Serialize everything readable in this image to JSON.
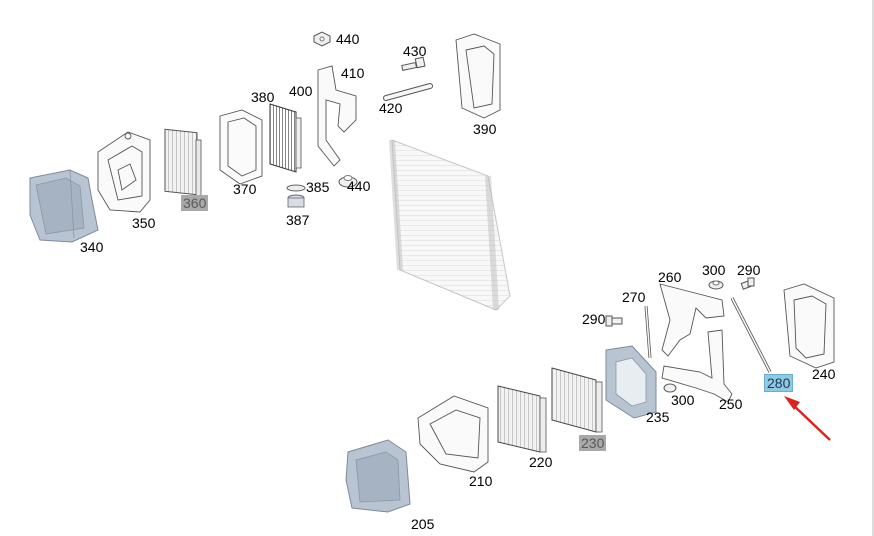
{
  "diagram": {
    "callouts": {
      "c440a": "440",
      "c430": "430",
      "c410": "410",
      "c400": "400",
      "c380": "380",
      "c420": "420",
      "c390": "390",
      "c370": "370",
      "c385": "385",
      "c440b": "440",
      "c387": "387",
      "c350": "350",
      "c360": "360",
      "c340": "340",
      "c260": "260",
      "c300a": "300",
      "c290a": "290",
      "c270": "270",
      "c290b": "290",
      "c240": "240",
      "c280": "280",
      "c300b": "300",
      "c250": "250",
      "c235": "235",
      "c230": "230",
      "c220": "220",
      "c210": "210",
      "c205": "205"
    },
    "highlight_colors": {
      "selected": "#8fc9e6",
      "secondary": "#a9a9a9",
      "arrow": "#e0201c",
      "part_fill": "#b8c4d2"
    }
  }
}
